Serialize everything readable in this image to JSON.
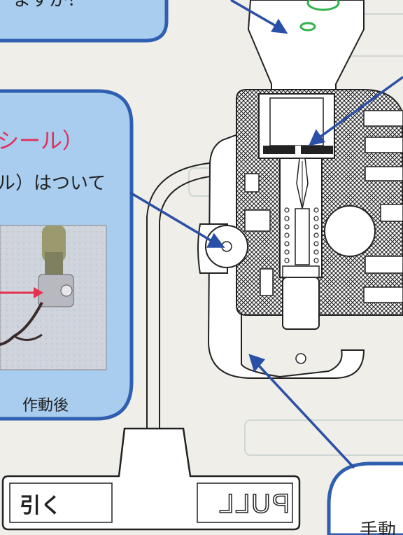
{
  "callout_top": {
    "text": "ますか？"
  },
  "callout_seal": {
    "title": "シール）",
    "line": "ル）はついて",
    "photo_caption": "作動後"
  },
  "handle": {
    "left_label": "引く",
    "right_label": "PULL"
  },
  "callout_bottom": {
    "text": "手動"
  },
  "colors": {
    "bubble_fill": "#a9cdee",
    "bubble_stroke": "#2f5fb0",
    "arrow": "#2a4fa6",
    "body_pattern": "#222222",
    "title_red": "#e0305a",
    "marker_green": "#2fb34a"
  }
}
